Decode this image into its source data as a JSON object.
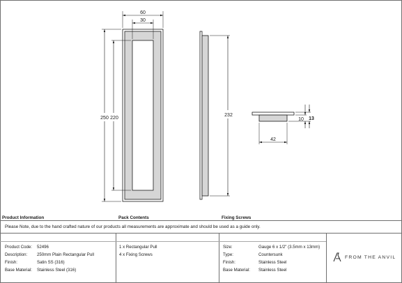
{
  "drawing": {
    "front_view": {
      "width_outer": "60",
      "width_inner": "30",
      "height_outer": "250",
      "height_inner": "220"
    },
    "side_view": {
      "height": "232"
    },
    "screw_view": {
      "depth": "10",
      "head": "13",
      "width": "42"
    }
  },
  "note": "Please Note, due to the hand crafted nature of our products all measurements are approximate and should be used as a guide only.",
  "product_information": {
    "heading": "Product Information",
    "rows": [
      {
        "label": "Product Code:",
        "value": "52496"
      },
      {
        "label": "Description:",
        "value": "250mm Plain Rectangular Pull"
      },
      {
        "label": "Finish:",
        "value": "Satin SS (316)"
      },
      {
        "label": "Base Material:",
        "value": "Stainless Steel (316)"
      }
    ]
  },
  "pack_contents": {
    "heading": "Pack Contents",
    "items": [
      "1 x Rectangular Pull",
      "4 x Fixing Screws"
    ]
  },
  "fixing_screws": {
    "heading": "Fixing Screws",
    "rows": [
      {
        "label": "Size:",
        "value": "Gauge 6 x 1/2\" (3.5mm x 13mm)"
      },
      {
        "label": "Type:",
        "value": "Countersunk"
      },
      {
        "label": "Finish:",
        "value": "Stainless Steel"
      },
      {
        "label": "Base Material:",
        "value": "Stainless Steel"
      }
    ]
  },
  "brand": {
    "name": "FROM THE ANVIL",
    "logo_icon": "anvil-a-icon"
  }
}
